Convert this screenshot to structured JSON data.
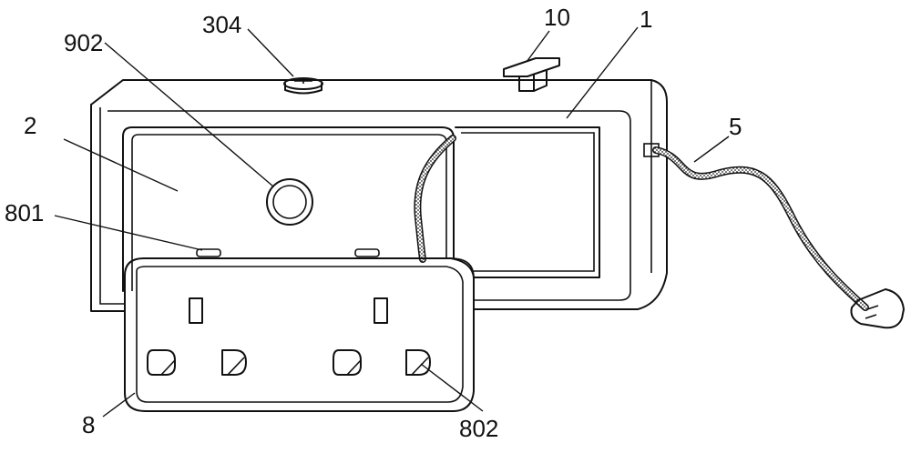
{
  "labels": {
    "l304": "304",
    "l10": "10",
    "l1": "1",
    "l902": "902",
    "l2": "2",
    "l5": "5",
    "l801": "801",
    "l8": "8",
    "l802": "802"
  }
}
